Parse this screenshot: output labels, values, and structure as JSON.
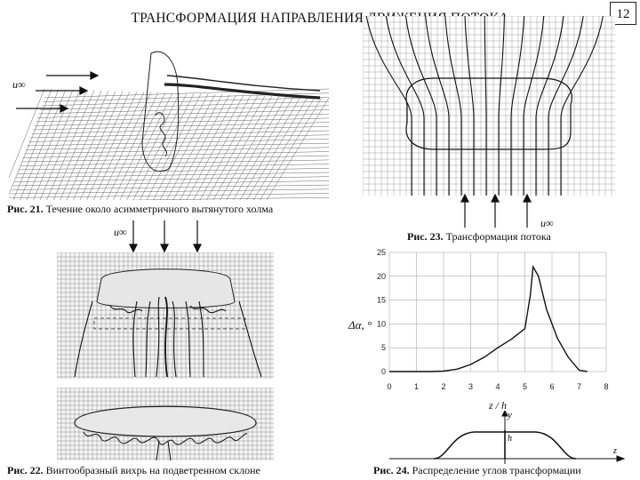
{
  "header": {
    "title": "ТРАНСФОРМАЦИЯ НАПРАВЛЕНИЯ ДВИЖЕНИЯ ПОТОКА",
    "page_number": "12"
  },
  "figures": {
    "fig21": {
      "label": "Рис. 21.",
      "caption": " Течение около асимметричного вытянутого холма",
      "flow_label": "u∞"
    },
    "fig22": {
      "label": "Рис. 22.",
      "caption": " Винтообразный вихрь на подветренном склоне",
      "flow_label": "u∞"
    },
    "fig23": {
      "label": "Рис. 23.",
      "caption": " Трансформация потока",
      "flow_label": "u∞"
    },
    "fig24": {
      "label": "Рис. 24.",
      "caption": " Распределение углов трансформации",
      "y_label": "y",
      "h_label": "h",
      "z_label": "z"
    }
  },
  "chart_data": {
    "type": "line",
    "xlabel": "z / h",
    "ylabel": "Δα, °",
    "xlim": [
      0,
      8
    ],
    "ylim": [
      0,
      25
    ],
    "x_ticks": [
      "0",
      "1",
      "2",
      "3",
      "4",
      "5",
      "6",
      "7",
      "8"
    ],
    "y_ticks": [
      "0",
      "5",
      "10",
      "15",
      "20",
      "25"
    ],
    "grid": true,
    "series": [
      {
        "x": [
          0,
          1.5,
          2.0,
          2.5,
          3.0,
          3.5,
          4.0,
          4.5,
          5.0,
          5.2,
          5.3,
          5.5,
          5.8,
          6.2,
          6.6,
          7.0,
          7.3
        ],
        "y": [
          0,
          0,
          0.1,
          0.5,
          1.5,
          3.0,
          5.0,
          6.8,
          9.0,
          16.0,
          22.0,
          20.0,
          13.0,
          7.0,
          3.0,
          0.3,
          0
        ]
      }
    ]
  }
}
